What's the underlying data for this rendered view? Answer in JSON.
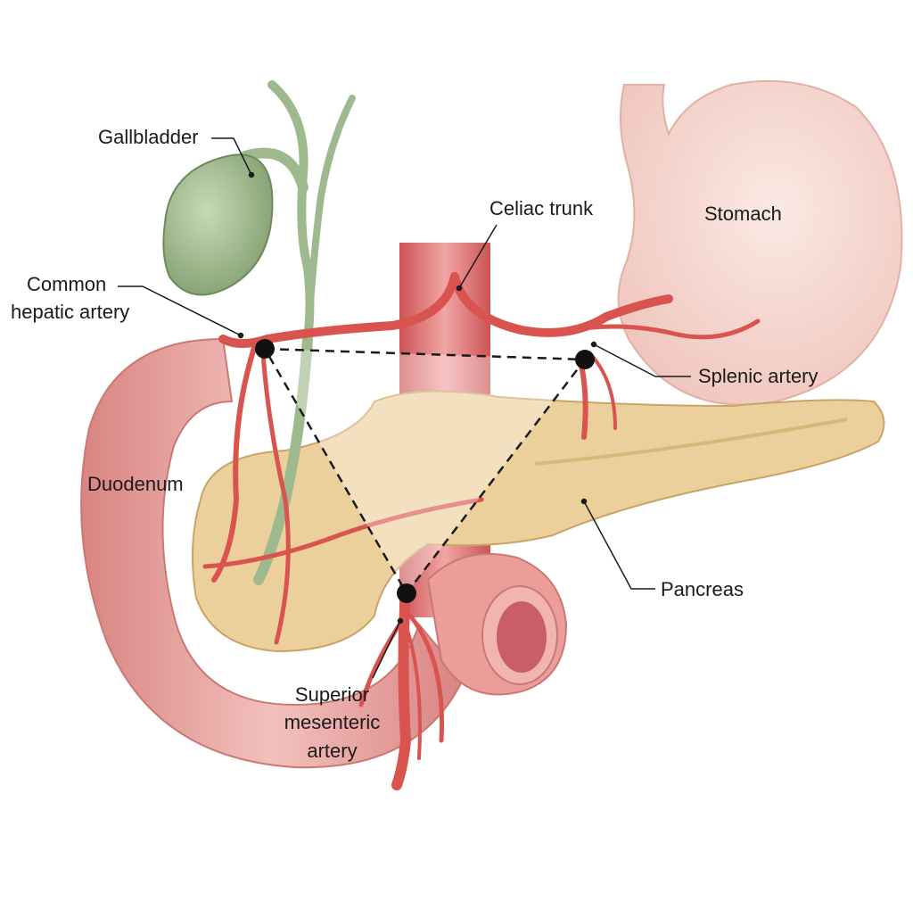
{
  "labels": {
    "gallbladder": "Gallbladder",
    "celiac_trunk": "Celiac trunk",
    "stomach": "Stomach",
    "common_hepatic_line1": "Common",
    "common_hepatic_line2": "hepatic artery",
    "splenic_artery": "Splenic artery",
    "duodenum": "Duodenum",
    "pancreas": "Pancreas",
    "sma_line1": "Superior",
    "sma_line2": "mesenteric",
    "sma_line3": "artery"
  },
  "colors": {
    "artery": "#d9534f",
    "artery_dark": "#b8323a",
    "aorta": "#e47774",
    "gallbladder": "#9cb889",
    "pancreas": "#e8c98e",
    "duodenum": "#eaa4a1",
    "stomach": "#f6d6cf",
    "triangle_line": "#1a1a1a"
  }
}
